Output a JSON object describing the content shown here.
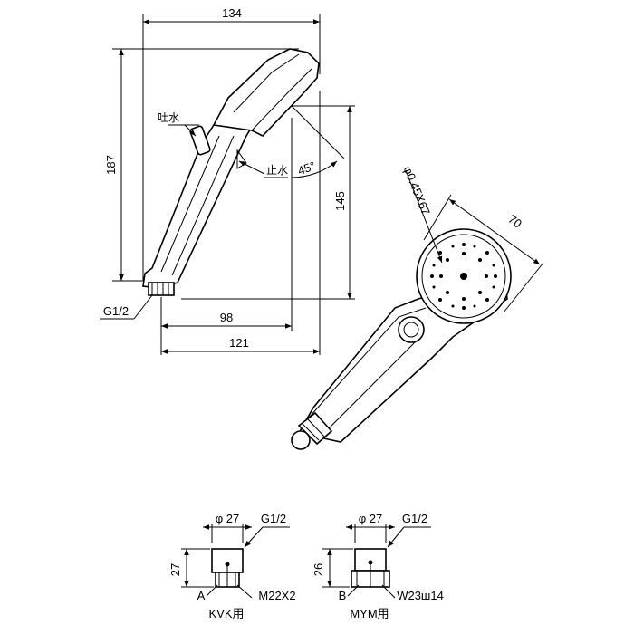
{
  "side_view": {
    "width_top": "134",
    "height_total": "187",
    "height_head": "145",
    "width_98": "98",
    "width_121": "121",
    "label_outlet": "吐水",
    "label_stop": "止水",
    "angle": "45°",
    "thread": "G1/2"
  },
  "angled_view": {
    "head_diameter": "70",
    "nozzle_spec": "φ0.45X67"
  },
  "adapter_a": {
    "dia": "φ 27",
    "thread": "G1/2",
    "height": "27",
    "mark": "A",
    "spec": "M22X2",
    "usage": "KVK用"
  },
  "adapter_b": {
    "dia": "φ 27",
    "thread": "G1/2",
    "height": "26",
    "mark": "B",
    "spec": "W23ш14",
    "usage": "MYM用"
  }
}
